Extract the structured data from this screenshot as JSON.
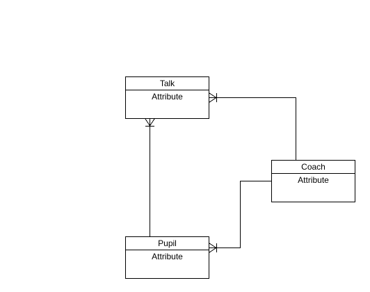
{
  "diagram": {
    "type": "er-diagram",
    "line_color": "#000000",
    "entities": [
      {
        "id": "talk",
        "name": "Talk",
        "attribute": "Attribute"
      },
      {
        "id": "coach",
        "name": "Coach",
        "attribute": "Attribute"
      },
      {
        "id": "pupil",
        "name": "Pupil",
        "attribute": "Attribute"
      }
    ],
    "relationships": [
      {
        "from": "coach",
        "to": "talk",
        "from_end": "none",
        "to_end": "one-or-many"
      },
      {
        "from": "pupil",
        "to": "talk",
        "from_end": "none",
        "to_end": "one-or-many"
      },
      {
        "from": "coach",
        "to": "pupil",
        "from_end": "none",
        "to_end": "one-or-many"
      }
    ]
  }
}
